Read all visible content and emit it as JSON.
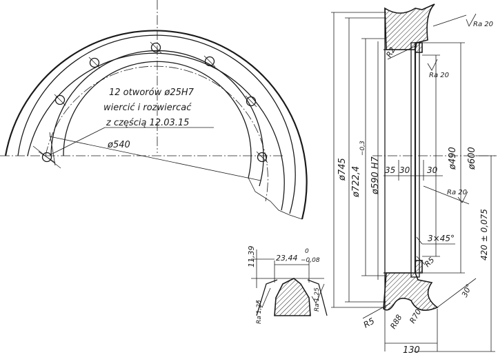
{
  "note": {
    "line1": "12 otworów   ø25H7",
    "line2": "wiercić i rozwiercać",
    "line3": "z częścią 12.03.15"
  },
  "dims": {
    "d540": "ø540",
    "d745": "ø745",
    "d722": "ø722,4",
    "d722_tol": "−0,3",
    "d590": "ø590 H7",
    "d490": "ø490",
    "d600": "ø600",
    "w35": "35",
    "w30a": "30",
    "w30b": "30",
    "chamfer": "3×45°",
    "r2": "R2",
    "r5top": "R5",
    "r5bottom": "R5",
    "r88": "R88",
    "r70": "R70",
    "d420": "420 ± 0,075",
    "w130": "130",
    "ang30": "30°",
    "h1139": "11,39",
    "w2344": "23,44",
    "w2344_up": "0",
    "w2344_low": "−0,08"
  },
  "roughness": {
    "ra_top": "Ra 20",
    "ra_mid": "Ra 20",
    "ra_mid2": "Ra 20",
    "ra_left": "Ra 1,25",
    "ra_right": "Ra 1,25"
  }
}
